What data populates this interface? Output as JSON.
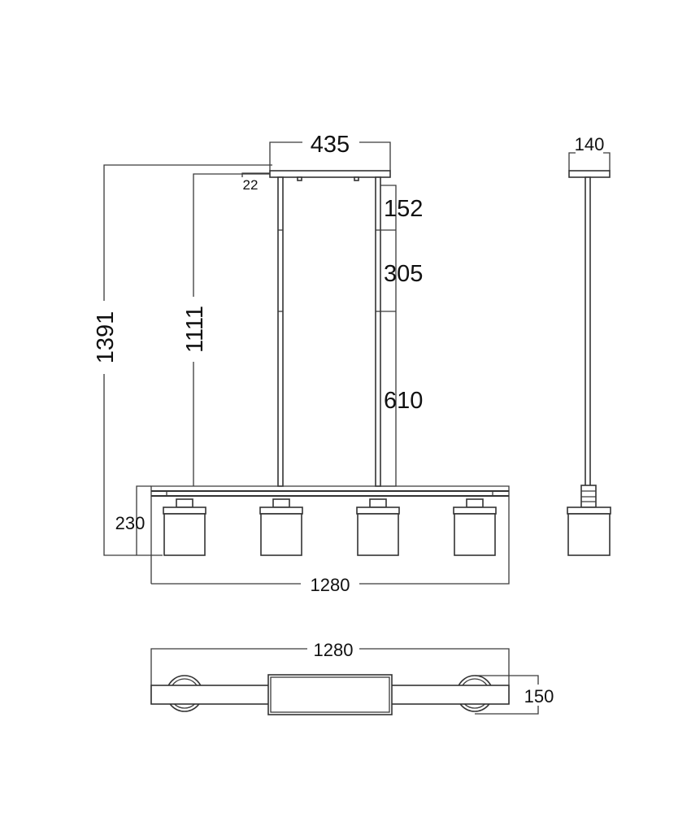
{
  "drawing": {
    "front_view": {
      "canopy_width": "435",
      "canopy_height": "22",
      "overall_height": "1391",
      "rod_height": "1111",
      "rod_segments": [
        "152",
        "305",
        "610"
      ],
      "body_height": "230",
      "length": "1280"
    },
    "side_view": {
      "canopy_depth": "140"
    },
    "top_view": {
      "length": "1280",
      "width": "150"
    }
  }
}
